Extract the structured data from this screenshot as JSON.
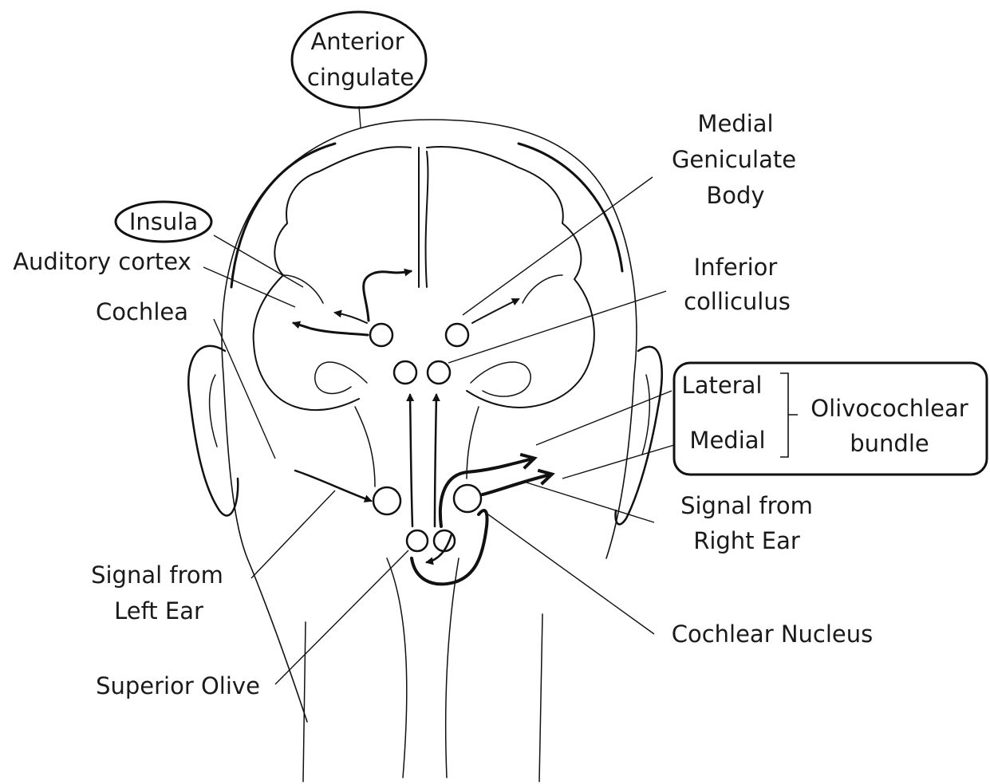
{
  "labels": {
    "anterior_cingulate_1": "Anterior",
    "anterior_cingulate_2": "cingulate",
    "insula": "Insula",
    "auditory_cortex": "Auditory cortex",
    "cochlea": "Cochlea",
    "medial_geniculate_1": "Medial",
    "medial_geniculate_2": "Geniculate",
    "medial_geniculate_3": "Body",
    "inferior_colliculus_1": "Inferior",
    "inferior_colliculus_2": "colliculus",
    "lateral": "Lateral",
    "medial": "Medial",
    "olivocochlear_1": "Olivocochlear",
    "olivocochlear_2": "bundle",
    "signal_right_1": "Signal from",
    "signal_right_2": "Right Ear",
    "signal_left_1": "Signal from",
    "signal_left_2": "Left Ear",
    "cochlear_nucleus": "Cochlear Nucleus",
    "superior_olive": "Superior Olive"
  }
}
